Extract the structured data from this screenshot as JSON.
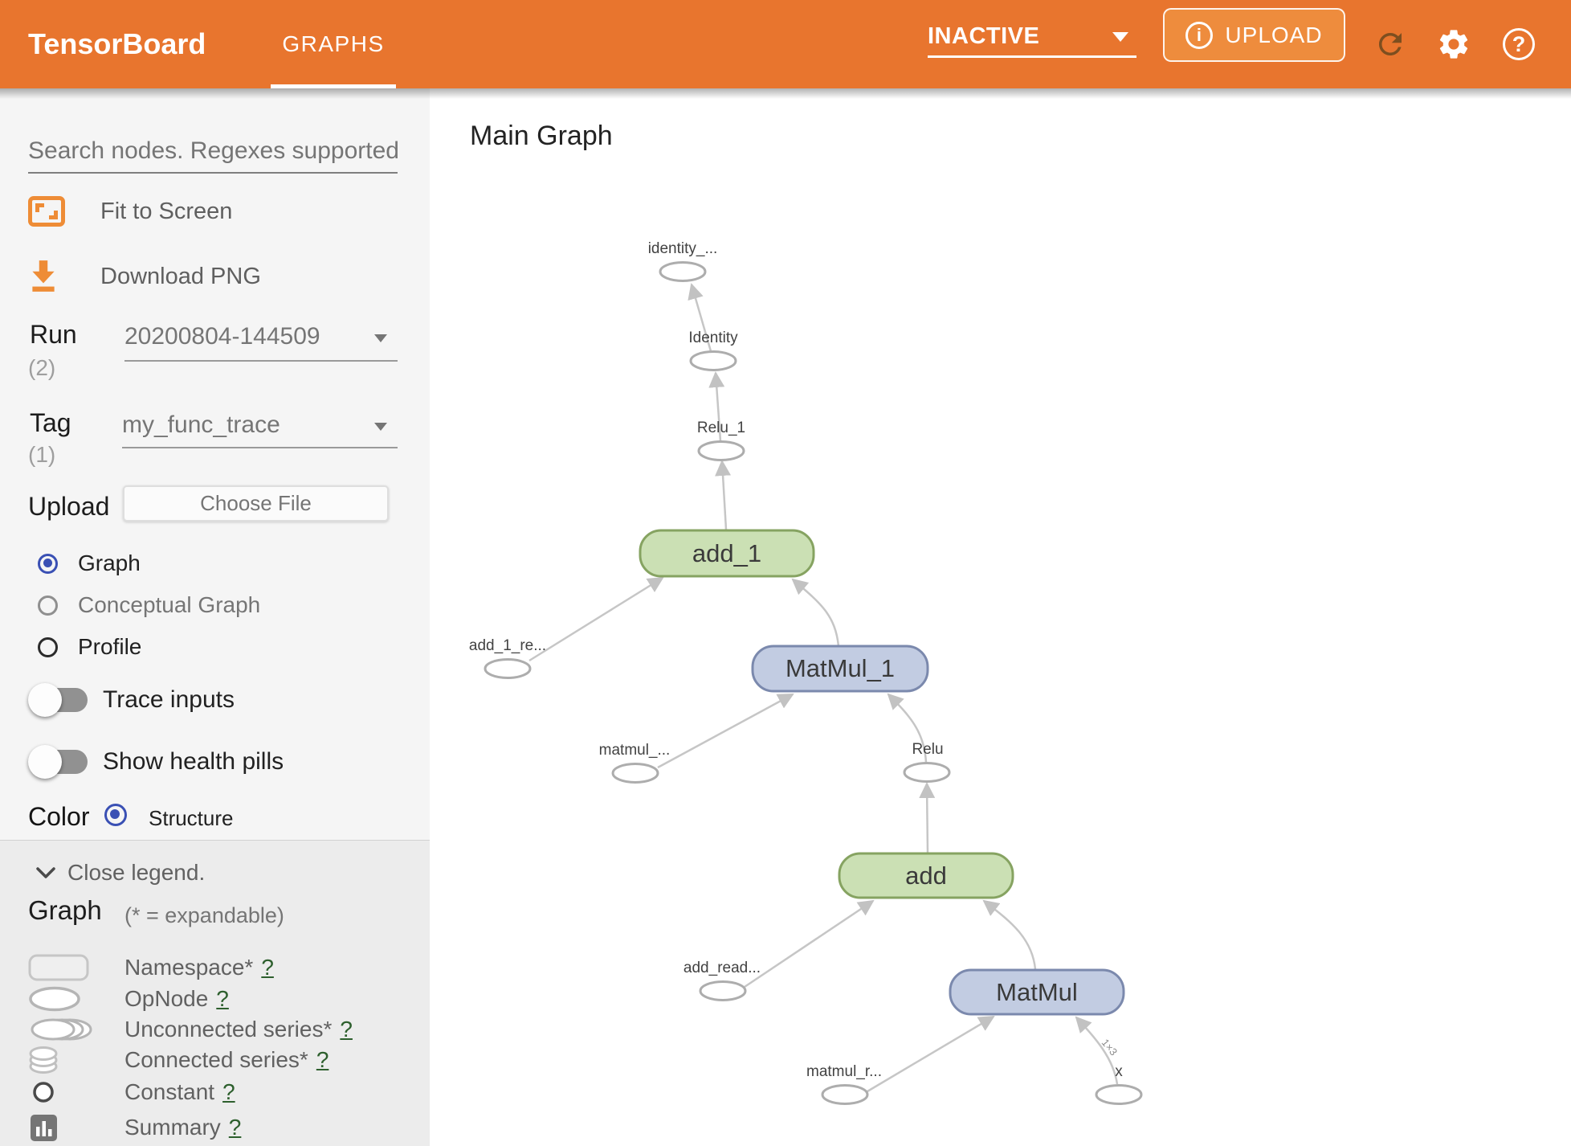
{
  "header": {
    "title": "TensorBoard",
    "active_tab": "GRAPHS",
    "status_dropdown": "INACTIVE",
    "upload_button": "UPLOAD",
    "icons": {
      "info": "i",
      "help": "?"
    }
  },
  "sidebar": {
    "search": {
      "placeholder": "Search nodes. Regexes supported."
    },
    "fit_label": "Fit to Screen",
    "download_label": "Download PNG",
    "run": {
      "label": "Run",
      "count": "(2)",
      "value": "20200804-144509"
    },
    "tag": {
      "label": "Tag",
      "count": "(1)",
      "value": "my_func_trace"
    },
    "upload": {
      "label": "Upload",
      "button_label": "Choose File"
    },
    "view_options": [
      {
        "label": "Graph",
        "selected": true
      },
      {
        "label": "Conceptual Graph",
        "selected": false
      },
      {
        "label": "Profile",
        "selected": false
      }
    ],
    "toggles": [
      {
        "label": "Trace inputs",
        "on": false
      },
      {
        "label": "Show health pills",
        "on": false
      }
    ],
    "color_by": {
      "label": "Color",
      "selected_option": "Structure"
    }
  },
  "legend": {
    "close_label": "Close legend.",
    "heading": "Graph",
    "heading_note": "(* = expandable)",
    "items": [
      {
        "label": "Namespace*",
        "help": "?"
      },
      {
        "label": "OpNode",
        "help": "?"
      },
      {
        "label": "Unconnected series*",
        "help": "?"
      },
      {
        "label": "Connected series*",
        "help": "?"
      },
      {
        "label": "Constant",
        "help": "?"
      },
      {
        "label": "Summary",
        "help": "?"
      }
    ]
  },
  "main": {
    "title": "Main Graph",
    "graph": {
      "op_node_labels": {
        "identity_out": "identity_...",
        "identity": "Identity",
        "relu_1": "Relu_1",
        "add_1_read": "add_1_re...",
        "matmul_1_read": "matmul_...",
        "relu": "Relu",
        "add_read": "add_read...",
        "matmul_read": "matmul_r...",
        "x": "x"
      },
      "name_node_labels": {
        "add_1": "add_1",
        "matmul_1": "MatMul_1",
        "add": "add",
        "matmul": "MatMul"
      },
      "edge_shape_label": "1×3"
    }
  },
  "colors": {
    "header_bg": "#E8752E",
    "upload_button_bg": "#EE8C3D",
    "node_green_fill": "#CBE0B4",
    "node_green_border": "#86A361",
    "node_blue_fill": "#C2CCE2",
    "node_blue_border": "#7B89AD",
    "edge": "#C6C6C6",
    "selected_radio": "#3A50B4",
    "help_link": "#2D5F2D",
    "sidebar_bg": "#F5F5F5",
    "legend_bg": "#ECECEC"
  }
}
